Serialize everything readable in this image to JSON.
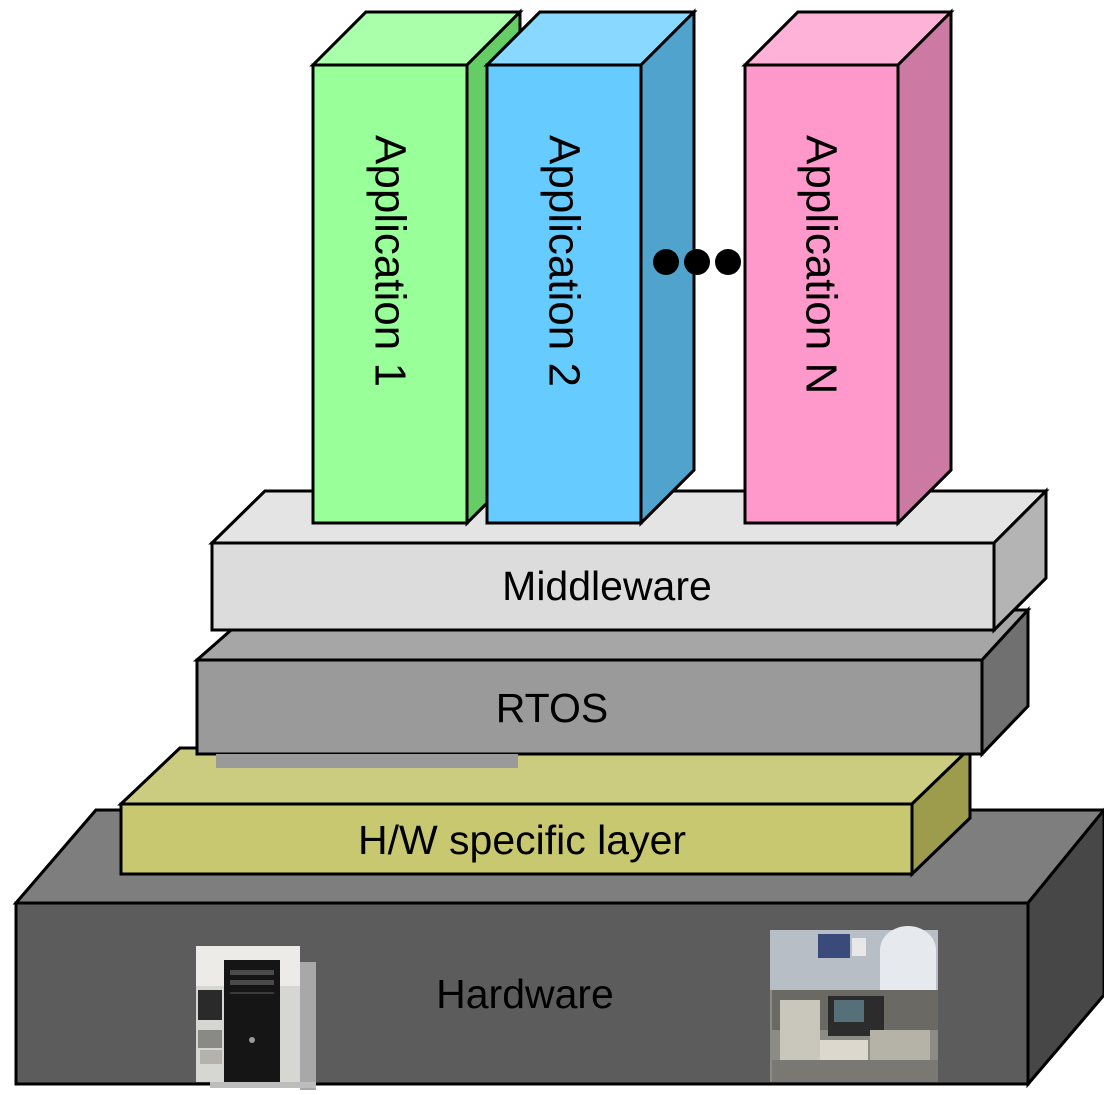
{
  "layers": {
    "hardware": {
      "label": "Hardware"
    },
    "hw_specific": {
      "label": "H/W specific layer"
    },
    "rtos": {
      "label": "RTOS"
    },
    "middleware": {
      "label": "Middleware"
    }
  },
  "applications": [
    {
      "label": "Application 1"
    },
    {
      "label": "Application 2"
    },
    {
      "label": "Application N"
    }
  ],
  "colors": {
    "hardware": "#5c5c5c",
    "hw_specific": "#c8c870",
    "rtos": "#9a9a9a",
    "middleware": "#dcdcdc",
    "app1": "#99ff99",
    "app2": "#66ccff",
    "appN": "#ff99cc"
  },
  "images": [
    "pc-tower-photo",
    "flight-simulator-cockpit-photo"
  ],
  "ellipsis_icon": "ellipsis-icon"
}
